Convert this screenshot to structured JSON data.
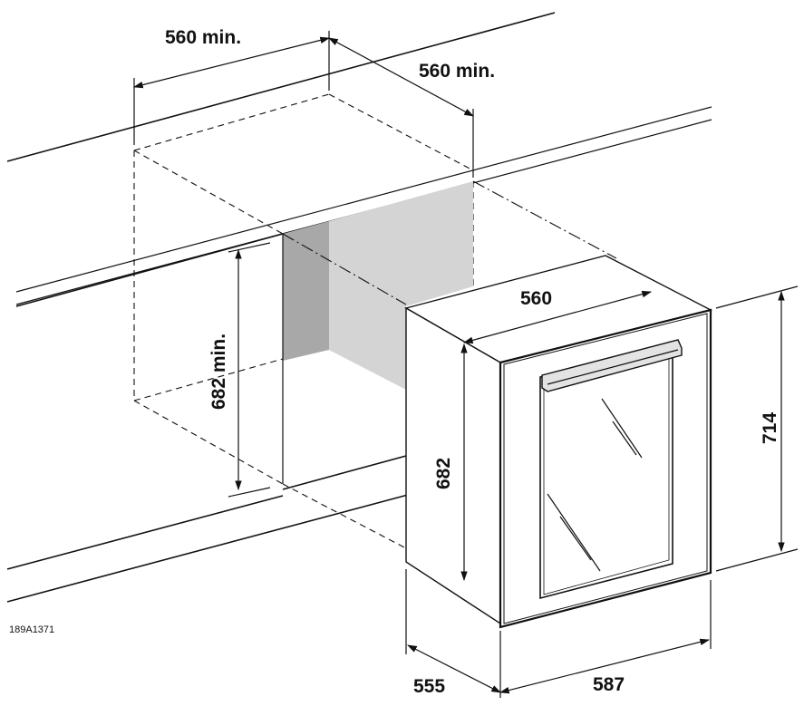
{
  "drawing": {
    "reference_code": "189A1371",
    "dimensions": {
      "niche_width": "560 min.",
      "niche_depth": "560 min.",
      "niche_height": "682 min.",
      "appliance_width": "560",
      "appliance_height": "682",
      "overall_height": "714",
      "overall_depth": "555",
      "door_width": "587"
    }
  }
}
